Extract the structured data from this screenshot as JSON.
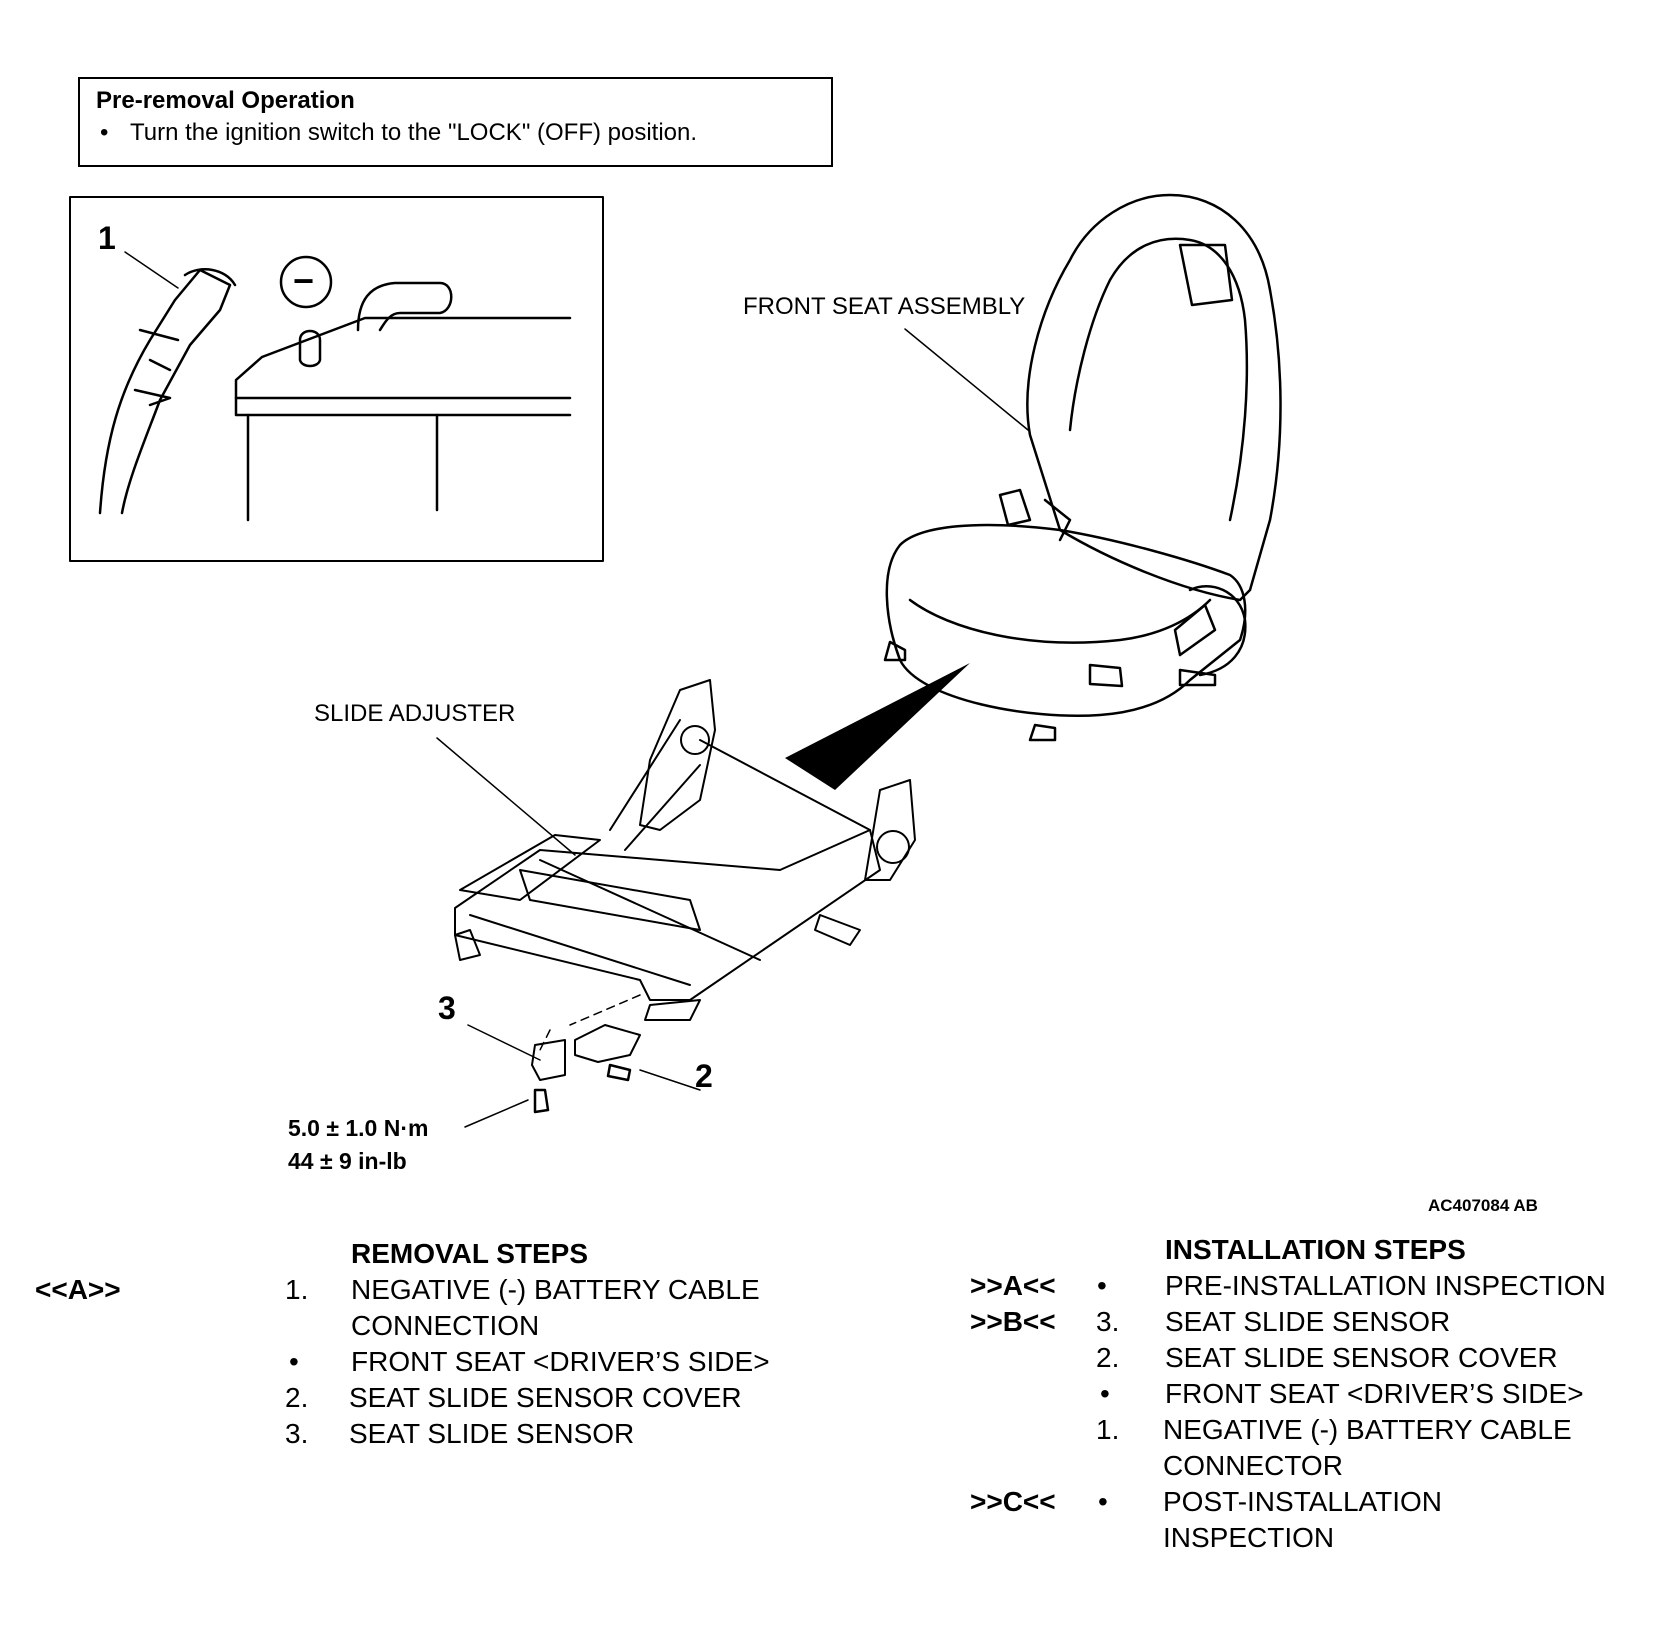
{
  "pre_removal": {
    "title": "Pre-removal Operation",
    "bullet": "•",
    "item": "Turn the ignition switch to the \"LOCK\" (OFF) position."
  },
  "diagram": {
    "battery_callout": "1",
    "negative_symbol": "−",
    "front_seat_label": "FRONT SEAT ASSEMBLY",
    "slide_adjuster_label": "SLIDE ADJUSTER",
    "callout_3": "3",
    "callout_2": "2",
    "torque_nm": "5.0 ± 1.0 N·m",
    "torque_inlb": "44 ± 9 in-lb",
    "figure_id": "AC407084 AB"
  },
  "removal": {
    "heading": "REMOVAL STEPS",
    "steps": [
      {
        "ref": "<<A>>",
        "num": "1.",
        "text": "NEGATIVE (-) BATTERY CABLE"
      },
      {
        "ref": "",
        "num": "",
        "text": "CONNECTION"
      },
      {
        "ref": "",
        "num": "•",
        "text": "FRONT SEAT <DRIVER’S SIDE>"
      },
      {
        "ref": "",
        "num": "2.",
        "text": "SEAT SLIDE SENSOR COVER"
      },
      {
        "ref": "",
        "num": "3.",
        "text": "SEAT SLIDE SENSOR"
      }
    ]
  },
  "installation": {
    "heading": "INSTALLATION STEPS",
    "steps": [
      {
        "ref": ">>A<<",
        "num": "•",
        "text": "PRE-INSTALLATION INSPECTION"
      },
      {
        "ref": ">>B<<",
        "num": "3.",
        "text": "SEAT SLIDE SENSOR"
      },
      {
        "ref": "",
        "num": "2.",
        "text": "SEAT SLIDE SENSOR COVER"
      },
      {
        "ref": "",
        "num": "•",
        "text": "FRONT SEAT <DRIVER’S SIDE>"
      },
      {
        "ref": "",
        "num": "1.",
        "text": "NEGATIVE (-) BATTERY CABLE"
      },
      {
        "ref": "",
        "num": "",
        "text": "CONNECTOR"
      },
      {
        "ref": ">>C<<",
        "num": "•",
        "text": "POST-INSTALLATION"
      },
      {
        "ref": "",
        "num": "",
        "text": "INSPECTION"
      }
    ]
  }
}
